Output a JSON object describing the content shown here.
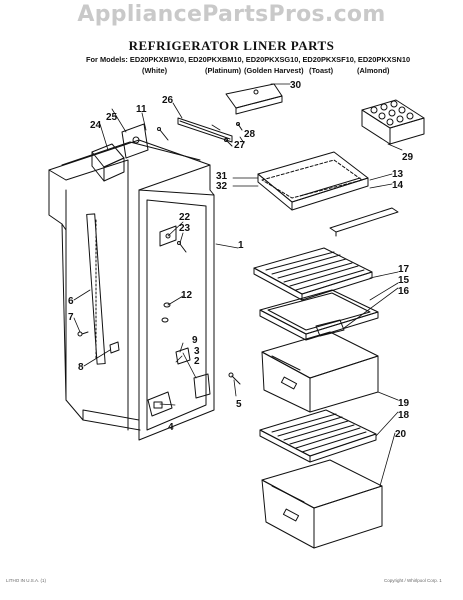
{
  "watermark": "AppliancePartsPros.com",
  "title": "REFRIGERATOR LINER PARTS",
  "models_line": "For Models: ED20PKXBW10, ED20PKXBM10, ED20PKXSG10, ED20PKXSF10, ED20PKXSN10",
  "variants": [
    "(White)",
    "(Platinum)",
    "(Golden Harvest)",
    "(Toast)",
    "(Almond)"
  ],
  "callouts": {
    "c1": "1",
    "c2": "2",
    "c3": "3",
    "c4": "4",
    "c5": "5",
    "c6": "6",
    "c7": "7",
    "c8": "8",
    "c9": "9",
    "c11": "11",
    "c12": "12",
    "c13": "13",
    "c14": "14",
    "c15": "15",
    "c16": "16",
    "c17": "17",
    "c18": "18",
    "c19": "19",
    "c20": "20",
    "c22": "22",
    "c23": "23",
    "c24": "24",
    "c25": "25",
    "c26": "26",
    "c27": "27",
    "c28": "28",
    "c29": "29",
    "c30": "30",
    "c31": "31",
    "c32": "32"
  },
  "footer_left": "LITHO IN U.S.A. (1)",
  "footer_right": "Copyright / Whirlpool Corp.  1"
}
